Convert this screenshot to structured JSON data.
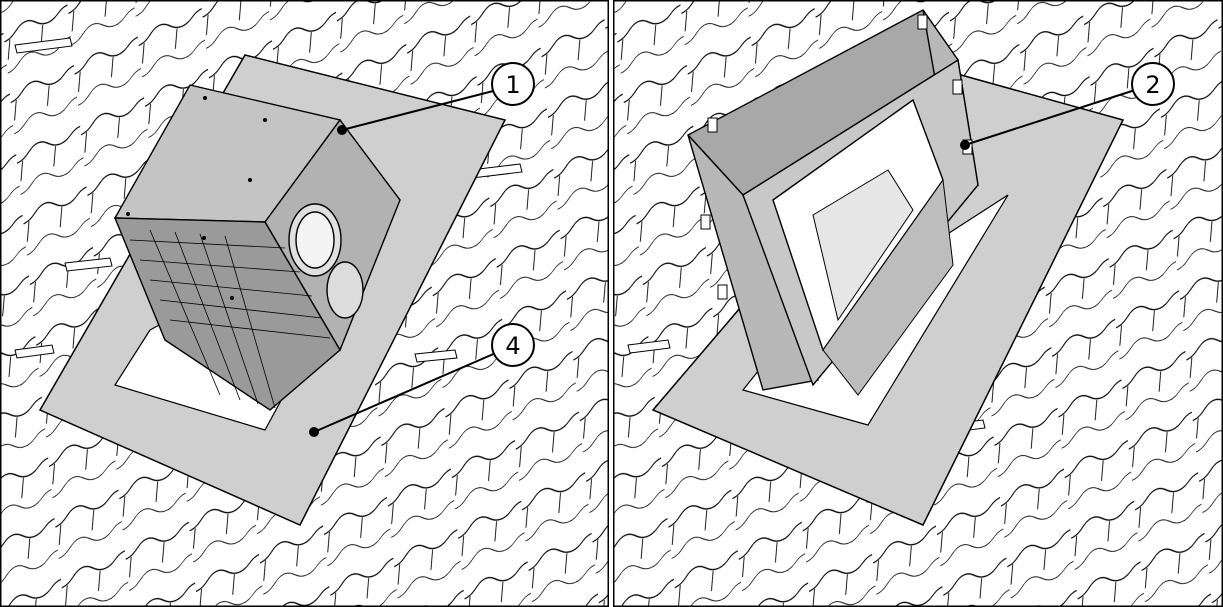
{
  "panels": [
    {
      "callouts": [
        {
          "label": "1"
        },
        {
          "label": "4"
        }
      ]
    },
    {
      "callouts": [
        {
          "label": "2"
        }
      ]
    }
  ],
  "colors": {
    "background": "#ffffff",
    "line": "#000000",
    "flashing_plate": "#cfcfcf",
    "unit_light": "#c4c4c4",
    "unit_dark": "#9a9a9a",
    "frame_face": "#b8b8b8",
    "frame_top": "#a8a8a8"
  },
  "icons": [
    "roof-tiles",
    "ventilation-unit",
    "mounting-frame",
    "flashing-plate",
    "callout-marker"
  ]
}
